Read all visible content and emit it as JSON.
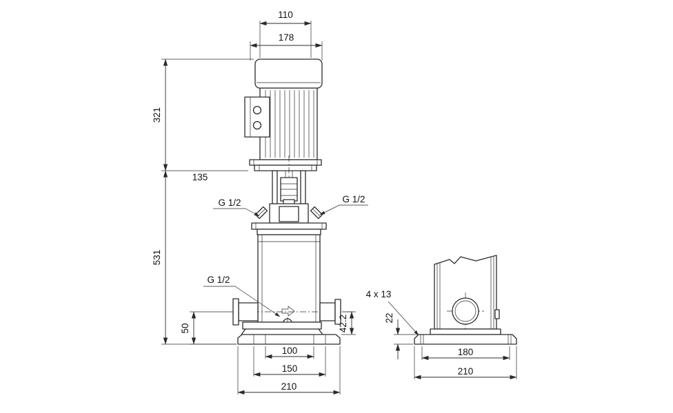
{
  "colors": {
    "line": "#2a2a2a",
    "background": "#ffffff"
  },
  "front_view": {
    "dims": {
      "motor_top_width": "110",
      "motor_width": "178",
      "motor_height": "321",
      "head_clearance": "135",
      "pump_height": "531",
      "top_port_left": "G 1/2",
      "top_port_right": "G 1/2",
      "drain_port": "G 1/2",
      "port_center_height": "50",
      "drain_center_height": "42.2",
      "base_slot_spacing": "100",
      "base_bolt_spacing": "150",
      "base_width": "210"
    }
  },
  "side_view": {
    "dims": {
      "bolt_holes": "4 x 13",
      "base_plate_height": "22",
      "base_bolt_spacing": "180",
      "base_depth": "210"
    }
  }
}
